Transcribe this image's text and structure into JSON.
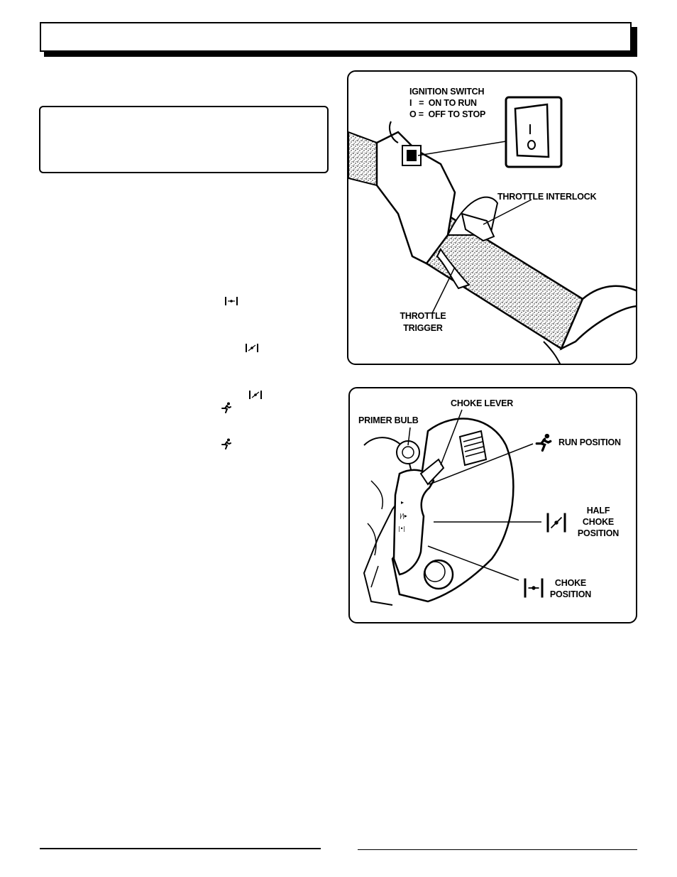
{
  "figure1": {
    "ignition_switch_title": "IGNITION SWITCH",
    "ignition_on": "I   =  ON TO RUN",
    "ignition_off": "O =  OFF TO STOP",
    "throttle_interlock": "THROTTLE INTERLOCK",
    "throttle_trigger_line1": "THROTTLE",
    "throttle_trigger_line2": "TRIGGER"
  },
  "figure2": {
    "choke_lever": "CHOKE LEVER",
    "primer_bulb": "PRIMER BULB",
    "run_position": "RUN POSITION",
    "half_choke_line1": "HALF",
    "half_choke_line2": "CHOKE",
    "half_choke_line3": "POSITION",
    "choke_position_line1": "CHOKE",
    "choke_position_line2": "POSITION"
  },
  "icons": {
    "choke_symbol": "choke-symbol-icon",
    "half_choke_symbol": "half-choke-symbol-icon",
    "run_symbol": "running-man-icon"
  }
}
